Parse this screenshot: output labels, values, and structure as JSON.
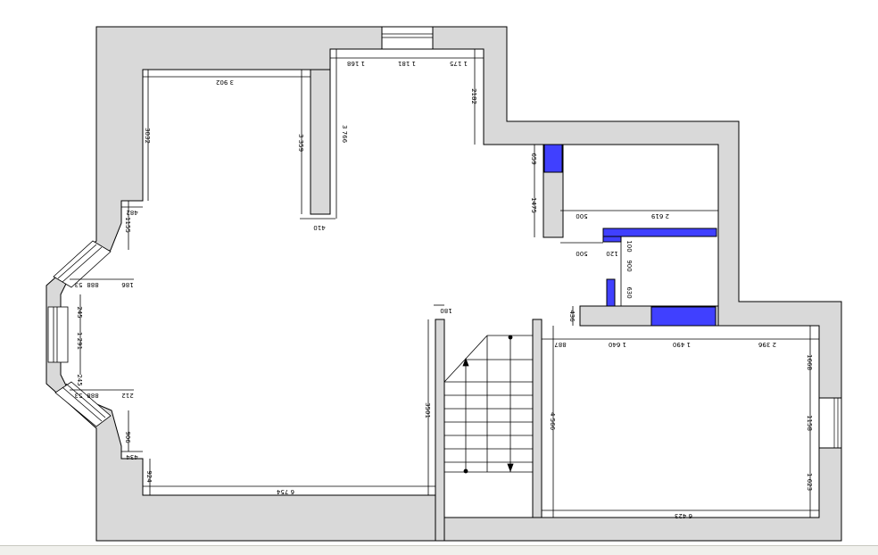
{
  "colors": {
    "wall": "#d9d9d9",
    "blue": "#4040ff",
    "line": "#000000"
  },
  "dimensions": {
    "d3902": "3 902",
    "d3032": "3032",
    "d482": "482",
    "d1155": "1155",
    "d3359": "3 359",
    "d3766": "3 766",
    "d410": "410",
    "d1168": "1 168",
    "d1181": "1 181",
    "d1175": "1 175",
    "d2182": "2182",
    "d659": "659",
    "d1475": "1475",
    "d500a": "500",
    "d2619": "2 619",
    "d500b": "500",
    "d120": "120",
    "d100": "100",
    "d900": "900",
    "d630": "630",
    "d436": "436",
    "d887": "887",
    "d1640": "1 640",
    "d1490": "1 490",
    "d2396": "2 396",
    "d4566": "4 566",
    "d1668": "1668",
    "d1158": "1158",
    "d1623": "1 623",
    "d6423": "6 423",
    "d180": "180",
    "d3501": "3501",
    "d6754": "6 754",
    "d924": "924",
    "d434": "434",
    "d906": "906",
    "d53a": "53",
    "d888": "888",
    "d186": "186",
    "d212": "212",
    "d888b": "888",
    "d53b": "53",
    "d245a": "245",
    "d1291": "1 291",
    "d245b": "245"
  }
}
